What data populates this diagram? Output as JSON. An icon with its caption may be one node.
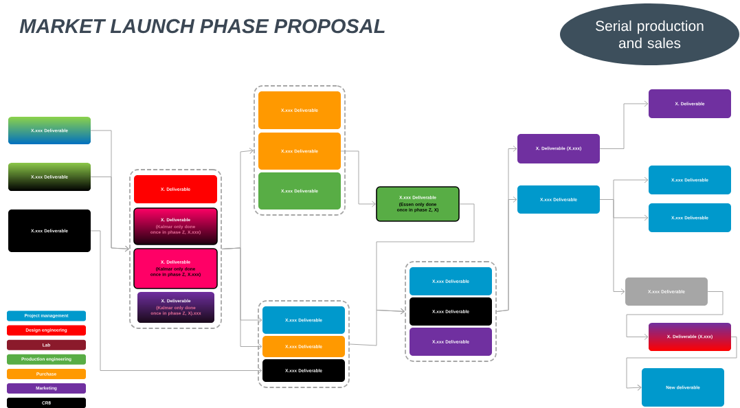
{
  "diagram": {
    "title": "MARKET LAUNCH PHASE PROPOSAL",
    "nodes": [
      {
        "text": [
          "Serial production and sales"
        ]
      },
      {
        "text": [
          "X.xxx Deliverable"
        ]
      },
      {
        "text": [
          "X.xxx Deliverable"
        ]
      },
      {
        "text": [
          "X.xxx Deliverable"
        ]
      },
      {
        "text": [],
        "shape": "box"
      },
      {
        "text": [
          "X. Deliverable"
        ],
        "in": 4
      },
      {
        "text": [
          "X. Deliverable",
          "(Kalmar only done once in phase Z, X.xxx)"
        ],
        "in": 4
      },
      {
        "text": [
          "X. Deliverable",
          "(Kalmar only done once in phase Z, X.xxx)"
        ],
        "in": 4
      },
      {
        "text": [
          "X. Deliverable",
          "(Kalmar only done once in phase Z, X).xxx"
        ],
        "in": 4
      },
      {
        "text": [],
        "shape": "box"
      },
      {
        "text": [
          "X.xxx Deliverable"
        ],
        "in": 9
      },
      {
        "text": [
          "X.xxx Deliverable"
        ],
        "in": 9
      },
      {
        "text": [
          "X.xxx Deliverable"
        ],
        "in": 9
      },
      {
        "text": [],
        "shape": "box"
      },
      {
        "text": [
          "X.xxx Deliverable"
        ],
        "in": 13
      },
      {
        "text": [
          "X.xxx Deliverable"
        ],
        "in": 13
      },
      {
        "text": [
          "X.xxx Deliverable"
        ],
        "in": 13
      },
      {
        "text": [
          "X.xxx Deliverable",
          "(Essen only done once in phase Z, X)"
        ]
      },
      {
        "text": [],
        "shape": "box"
      },
      {
        "text": [
          "X.xxx Deliverable"
        ],
        "in": 18
      },
      {
        "text": [
          "X.xxx Deliverable"
        ],
        "in": 18
      },
      {
        "text": [
          "X.xxx Deliverable"
        ],
        "in": 18
      },
      {
        "text": [
          "X. Deliverable (X.xxx)"
        ]
      },
      {
        "text": [
          "X.xxx Deliverable"
        ]
      },
      {
        "text": [
          "X. Deliverable"
        ]
      },
      {
        "text": [
          "X.xxx Deliverable"
        ]
      },
      {
        "text": [
          "X.xxx Deliverable"
        ]
      },
      {
        "text": [
          "X.xxx Deliverable"
        ]
      },
      {
        "text": [
          "X. Deliverable (X.xxx)"
        ]
      },
      {
        "text": [
          "New deliverable"
        ]
      }
    ],
    "edges": [
      {
        "from": 1,
        "to": 4,
        "arrow": "to"
      },
      {
        "from": 2,
        "to": 4,
        "arrow": "to"
      },
      {
        "from": 3,
        "to": 16,
        "arrow": "to"
      },
      {
        "from": 4,
        "to": 9,
        "arrow": "to"
      },
      {
        "from": 4,
        "to": 14,
        "arrow": "to"
      },
      {
        "from": 4,
        "to": 15,
        "arrow": "to"
      },
      {
        "from": 11,
        "to": 17,
        "arrow": "to"
      },
      {
        "from": 13,
        "to": 18,
        "arrow": "to"
      },
      {
        "from": 17,
        "to": 18,
        "arrow": "to"
      },
      {
        "from": 18,
        "to": 22,
        "arrow": "to"
      },
      {
        "from": 18,
        "to": 23,
        "arrow": "to"
      },
      {
        "from": 22,
        "to": 24,
        "arrow": "to"
      },
      {
        "from": 23,
        "to": 25,
        "arrow": "to"
      },
      {
        "from": 23,
        "to": 26,
        "arrow": "to"
      },
      {
        "from": 23,
        "to": 27,
        "arrow": "to"
      },
      {
        "from": 27,
        "to": 28,
        "arrow": "to"
      },
      {
        "from": 28,
        "to": 29,
        "arrow": "to"
      }
    ],
    "legend": [
      {
        "text": "Project management",
        "color": "#0099cc"
      },
      {
        "text": "Design engineering",
        "color": "#ff0000"
      },
      {
        "text": "Lab",
        "color": "#8b1a2b"
      },
      {
        "text": "Production engineering",
        "color": "#58ad45"
      },
      {
        "text": "Purchase",
        "color": "#ff9900"
      },
      {
        "text": "Marketing",
        "color": "#7030a0"
      },
      {
        "text": "CR8",
        "color": "#000000"
      }
    ]
  }
}
